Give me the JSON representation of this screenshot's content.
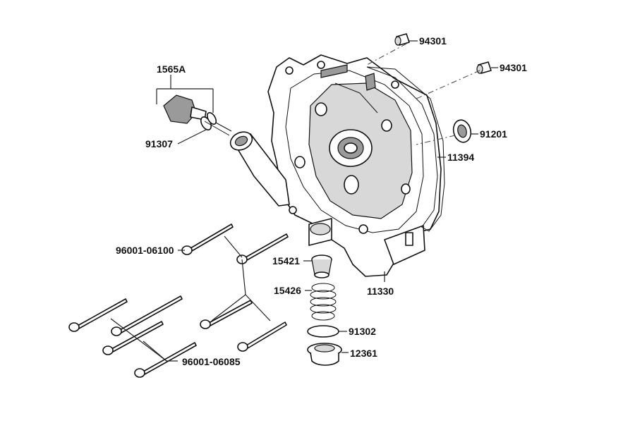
{
  "callouts": {
    "p94301a": "94301",
    "p94301b": "94301",
    "p1565A": "1565A",
    "p91201": "91201",
    "p91307": "91307",
    "p11394": "11394",
    "p96001_06100": "96001-06100",
    "p15421": "15421",
    "p11330": "11330",
    "p15426": "15426",
    "p91302": "91302",
    "p12361": "12361",
    "p96001_06085": "96001-06085"
  }
}
